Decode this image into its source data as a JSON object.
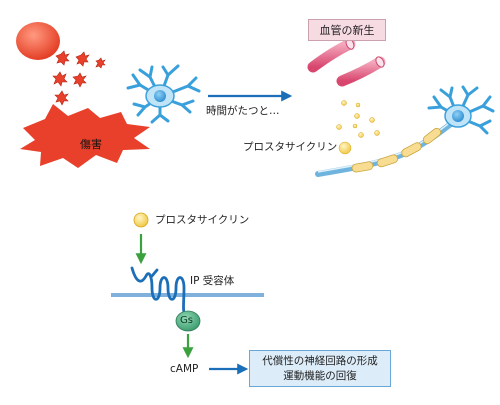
{
  "top": {
    "injury_label": "傷害",
    "time_label": "時間がたつと…",
    "vessel_label": "血管の新生",
    "prostacyclin_label": "プロスタサイクリン"
  },
  "bottom": {
    "prostacyclin_label": "プロスタサイクリン",
    "receptor_label": "IP 受容体",
    "gs_label": "Gs",
    "camp_label": "cAMP",
    "outcome_line1": "代償性の神経回路の形成",
    "outcome_line2": "運動機能の回復"
  },
  "colors": {
    "injury_red": "#e8402a",
    "neuron_blue": "#3aa0dc",
    "vessel_pink": "#e0587c",
    "prostacyclin_yellow": "#f3c93c",
    "green_arrow": "#3aa13e",
    "blue_arrow": "#1b6eb8",
    "membrane": "#7fb1dc",
    "gs_green": "#3f9a72"
  }
}
